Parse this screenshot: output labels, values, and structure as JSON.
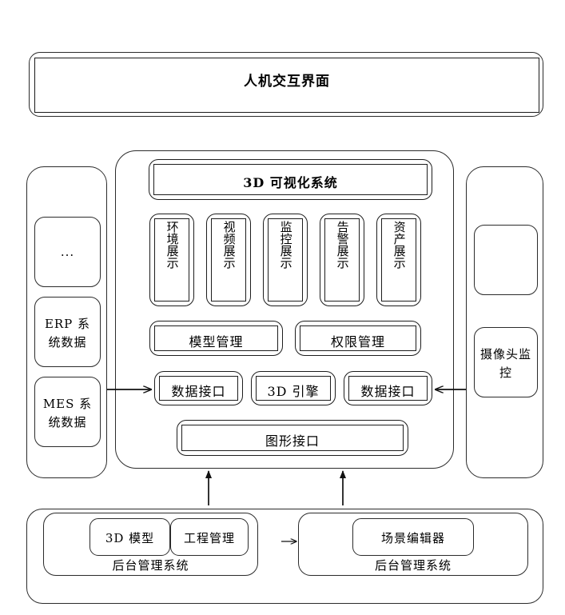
{
  "diagram": {
    "title_top": "人机交互界面",
    "center": {
      "header": "3D 可视化系统",
      "display_cards": [
        {
          "label": "环境展示"
        },
        {
          "label": "视频展示"
        },
        {
          "label": "监控展示"
        },
        {
          "label": "告警展示"
        },
        {
          "label": "资产展示"
        }
      ],
      "management": [
        {
          "label": "模型管理"
        },
        {
          "label": "权限管理"
        }
      ],
      "interfaces": [
        {
          "label": "数据接口"
        },
        {
          "label": "3D 引擎"
        },
        {
          "label": "数据接口"
        }
      ],
      "graphics_interface": "图形接口"
    },
    "left_column": {
      "items": [
        {
          "label": "..."
        },
        {
          "label": "ERP 系统数据"
        },
        {
          "label": "MES 系统数据"
        }
      ]
    },
    "right_column": {
      "items": [
        {
          "label": ""
        },
        {
          "label": "摄像头监控"
        }
      ]
    },
    "bottom": {
      "group_left": {
        "boxes": [
          {
            "label": "3D 模型"
          },
          {
            "label": "工程管理"
          }
        ],
        "caption": "后台管理系统"
      },
      "group_right": {
        "boxes": [
          {
            "label": "场景编辑器"
          }
        ],
        "caption": "后台管理系统"
      }
    },
    "connectors": [
      {
        "name": "left-data-to-center",
        "direction": "right"
      },
      {
        "name": "right-camera-to-center",
        "direction": "left"
      },
      {
        "name": "backend-left-to-center",
        "direction": "up"
      },
      {
        "name": "backend-right-to-center",
        "direction": "up"
      },
      {
        "name": "backend-left-to-backend-right",
        "direction": "right"
      }
    ],
    "colors": {
      "stroke": "#1d1d1d",
      "background": "#ffffff"
    }
  }
}
